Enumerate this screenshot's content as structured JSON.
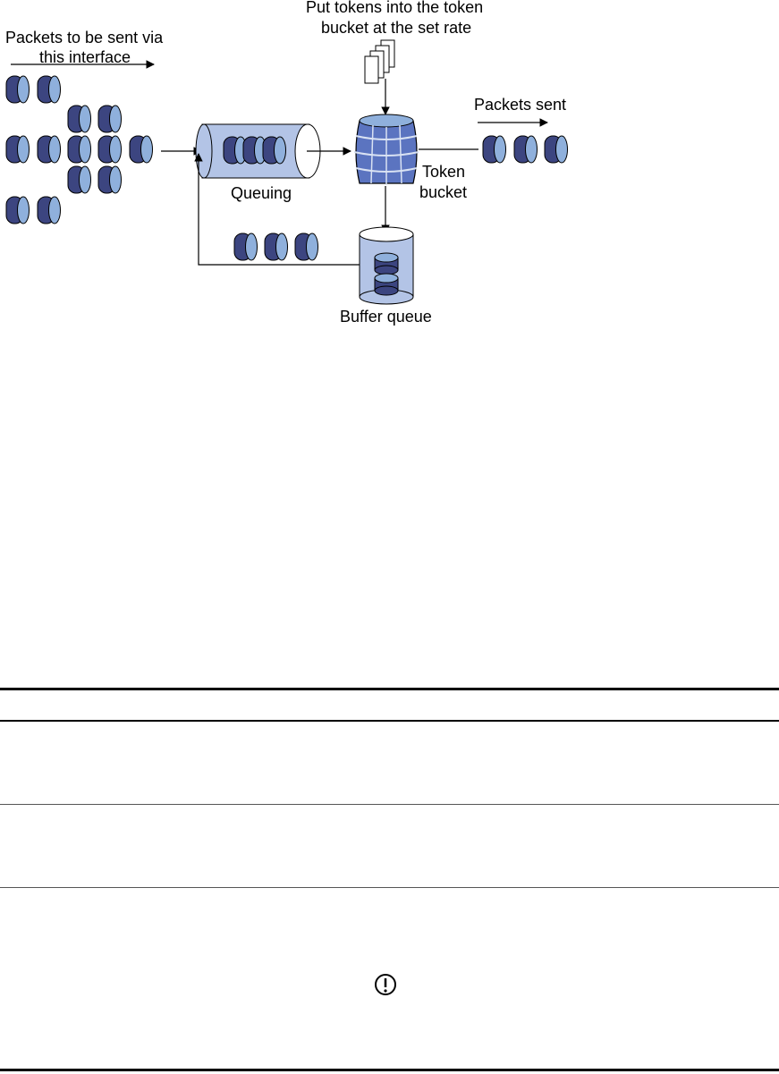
{
  "labels": {
    "input_line1": "Packets to be sent via",
    "input_line2": "this interface",
    "tokens_line1": "Put tokens into the token",
    "tokens_line2": "bucket at the set rate",
    "packets_sent": "Packets sent",
    "queuing": "Queuing",
    "token_line1": "Token",
    "token_line2": "bucket",
    "buffer_queue": "Buffer queue"
  },
  "colors": {
    "packet_dark": "#3c4580",
    "packet_light": "#8fb0dc",
    "container_fill": "#b3c4e6",
    "barrel_fill": "#5b74c0",
    "line": "#000000"
  },
  "icons": {
    "note": "caution-icon"
  }
}
